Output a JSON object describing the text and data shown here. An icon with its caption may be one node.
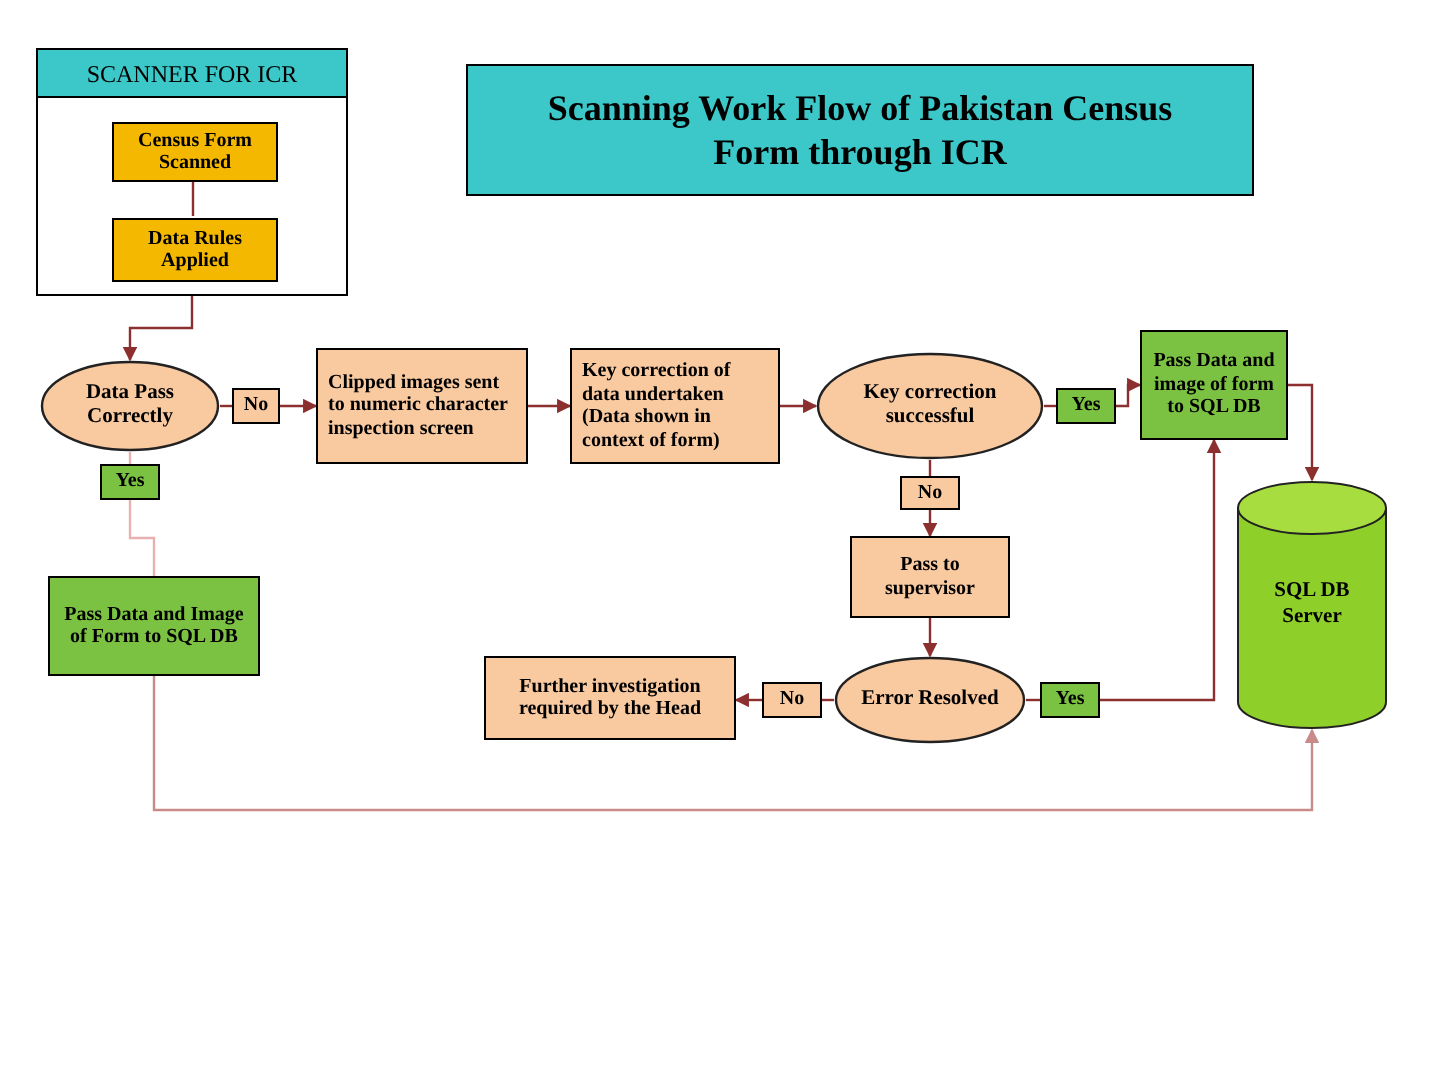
{
  "diagram": {
    "title": "Scanning Work Flow of Pakistan Census Form through ICR",
    "nodes": [
      {
        "text": [
          "SCANNER FOR ICR"
        ]
      },
      {
        "text": [
          "Census Form Scanned"
        ],
        "in": 0
      },
      {
        "text": [
          "Data Rules Applied"
        ],
        "in": 0
      },
      {
        "text": [
          "Data Pass Correctly"
        ]
      },
      {
        "text": [
          "No"
        ]
      },
      {
        "text": [
          "Clipped images sent to numeric character inspection screen"
        ]
      },
      {
        "text": [
          "Key correction of data undertaken (Data shown in context of form)"
        ]
      },
      {
        "text": [
          "Key correction successful"
        ]
      },
      {
        "text": [
          "Yes"
        ]
      },
      {
        "text": [
          "Pass Data and image of form to SQL DB"
        ]
      },
      {
        "text": [
          "Yes"
        ]
      },
      {
        "text": [
          "No"
        ]
      },
      {
        "text": [
          "Pass to supervisor"
        ]
      },
      {
        "text": [
          "SQL DB Server"
        ]
      },
      {
        "text": [
          "Pass Data and Image of Form to SQL DB"
        ]
      },
      {
        "text": [
          "Further investigation required by the Head"
        ]
      },
      {
        "text": [
          "No"
        ]
      },
      {
        "text": [
          "Error Resolved"
        ]
      },
      {
        "text": [
          "Yes"
        ]
      }
    ],
    "edges": [
      {
        "from": 0,
        "to": 3,
        "arrow": "to"
      },
      {
        "from": 1,
        "to": 2,
        "arrow": "none"
      },
      {
        "from": 3,
        "to": 4,
        "arrow": "none"
      },
      {
        "from": 4,
        "to": 5,
        "arrow": "to"
      },
      {
        "from": 5,
        "to": 6,
        "arrow": "to"
      },
      {
        "from": 6,
        "to": 7,
        "arrow": "to"
      },
      {
        "from": 7,
        "to": 8,
        "arrow": "none"
      },
      {
        "from": 8,
        "to": 9,
        "arrow": "to"
      },
      {
        "from": 7,
        "to": 11,
        "arrow": "none"
      },
      {
        "from": 11,
        "to": 12,
        "arrow": "to"
      },
      {
        "from": 12,
        "to": 17,
        "arrow": "to"
      },
      {
        "from": 17,
        "to": 16,
        "arrow": "none"
      },
      {
        "from": 16,
        "to": 15,
        "arrow": "to"
      },
      {
        "from": 17,
        "to": 18,
        "arrow": "none"
      },
      {
        "from": 18,
        "to": 9,
        "arrow": "to"
      },
      {
        "from": 9,
        "to": 13,
        "arrow": "to"
      },
      {
        "from": 3,
        "to": 10,
        "arrow": "none",
        "color": "#e8b0b0"
      },
      {
        "from": 10,
        "to": 14,
        "arrow": "none",
        "color": "#e8b0b0"
      },
      {
        "from": 14,
        "to": 13,
        "arrow": "to",
        "color": "#c98a8a"
      }
    ]
  }
}
